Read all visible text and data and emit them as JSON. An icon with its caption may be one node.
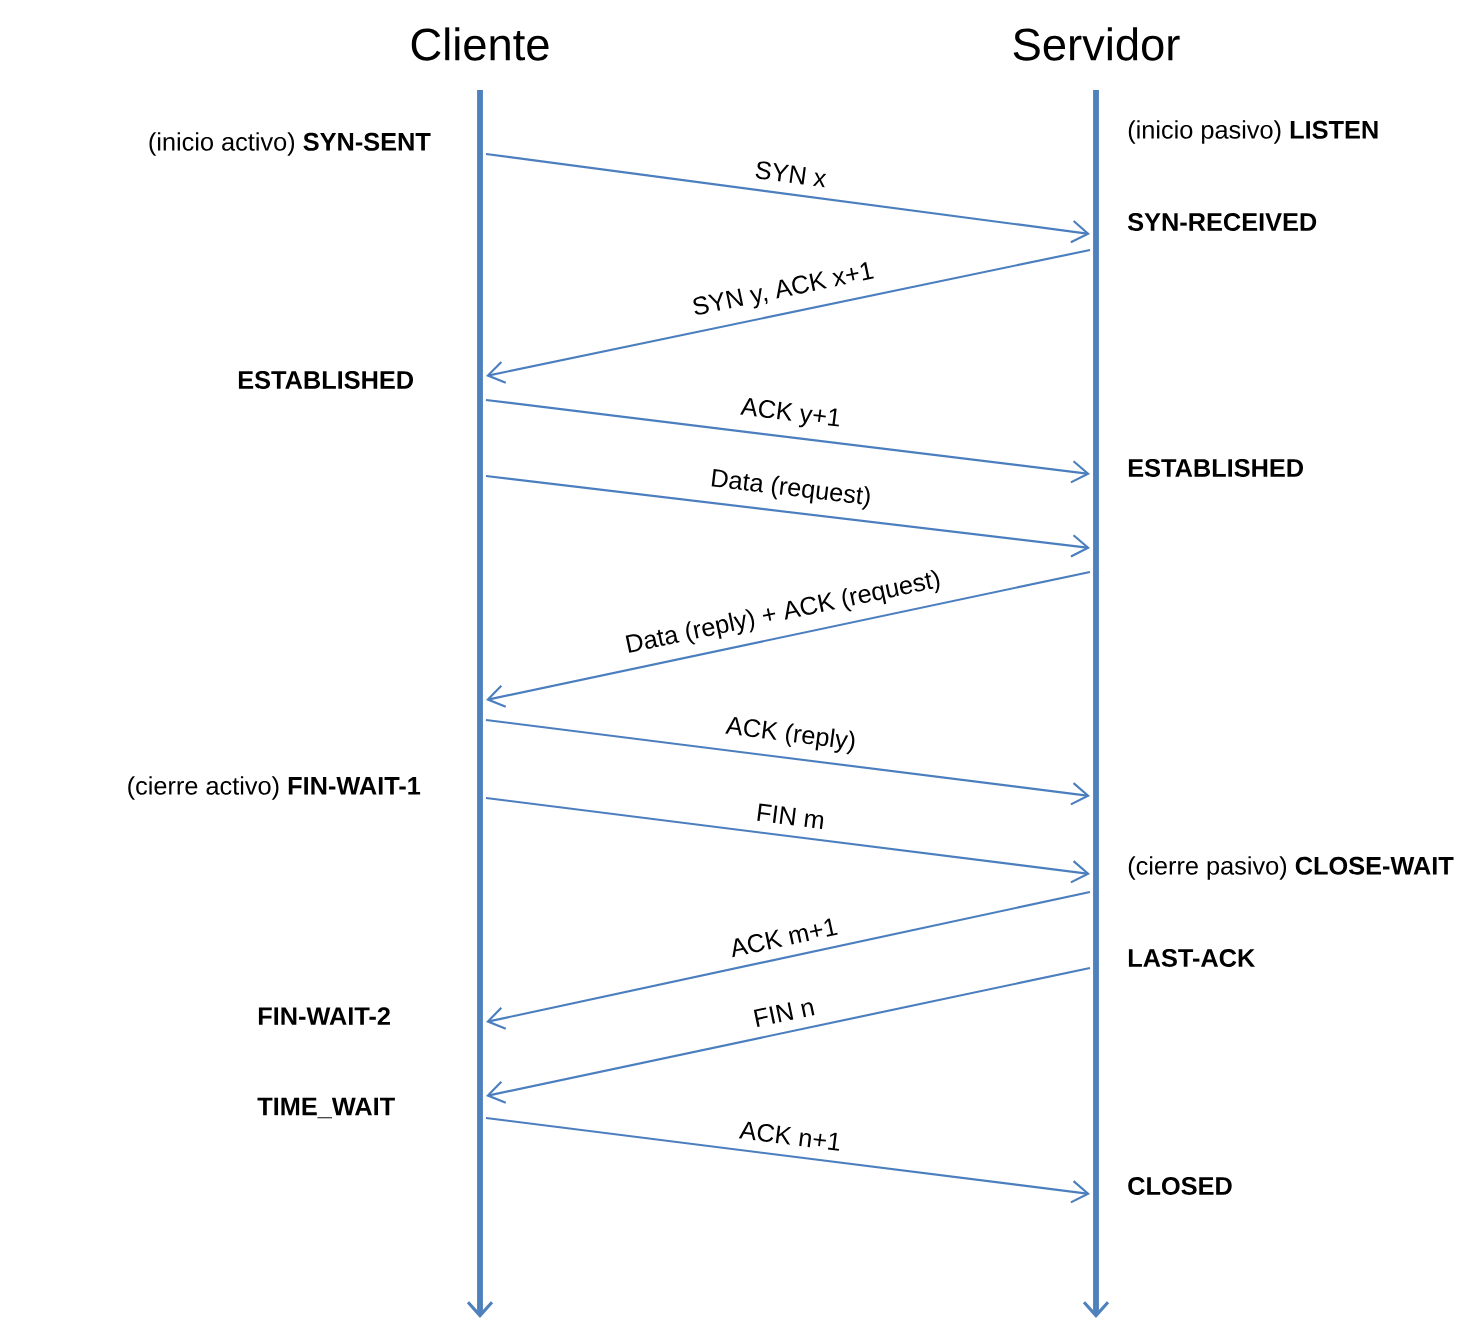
{
  "diagram": {
    "nodes": [
      {
        "text": [
          "Cliente"
        ]
      },
      {
        "text": [
          "Servidor"
        ]
      }
    ],
    "edges": [
      {
        "from": 0,
        "to": 1,
        "arrow": "to",
        "label": "SYN x"
      },
      {
        "from": 1,
        "to": 0,
        "arrow": "to",
        "label": "SYN y, ACK x+1"
      },
      {
        "from": 0,
        "to": 1,
        "arrow": "to",
        "label": "ACK y+1"
      },
      {
        "from": 0,
        "to": 1,
        "arrow": "to",
        "label": "Data (request)"
      },
      {
        "from": 1,
        "to": 0,
        "arrow": "to",
        "label": "Data (reply) + ACK (request)"
      },
      {
        "from": 0,
        "to": 1,
        "arrow": "to",
        "label": "ACK (reply)"
      },
      {
        "from": 0,
        "to": 1,
        "arrow": "to",
        "label": "FIN m"
      },
      {
        "from": 1,
        "to": 0,
        "arrow": "to",
        "label": "ACK m+1"
      },
      {
        "from": 1,
        "to": 0,
        "arrow": "to",
        "label": "FIN n"
      },
      {
        "from": 0,
        "to": 1,
        "arrow": "to",
        "label": "ACK n+1"
      }
    ],
    "labels": [
      "(inicio activo) **SYN-SENT**",
      "(inicio pasivo) **LISTEN**",
      "SYN-RECEIVED",
      "ESTABLISHED",
      "ESTABLISHED",
      "(cierre activo) **FIN-WAIT-1**",
      "(cierre pasivo) **CLOSE-WAIT**",
      "LAST-ACK",
      "FIN-WAIT-2",
      "TIME_WAIT",
      "CLOSED"
    ]
  }
}
